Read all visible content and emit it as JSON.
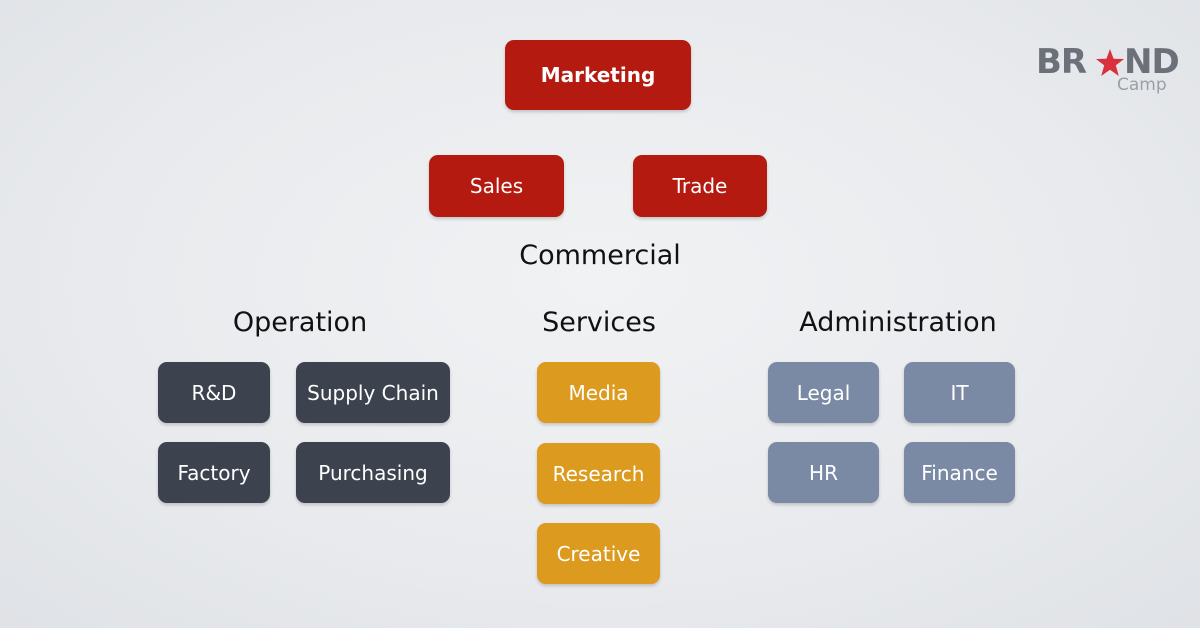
{
  "top": {
    "marketing": "Marketing",
    "sales": "Sales",
    "trade": "Trade",
    "commercial": "Commercial"
  },
  "groups": {
    "operation": {
      "title": "Operation",
      "items": [
        "R&D",
        "Supply Chain",
        "Factory",
        "Purchasing"
      ]
    },
    "services": {
      "title": "Services",
      "items": [
        "Media",
        "Research",
        "Creative"
      ]
    },
    "administration": {
      "title": "Administration",
      "items": [
        "Legal",
        "IT",
        "HR",
        "Finance"
      ]
    }
  },
  "logo": {
    "left": "BR",
    "right": "ND",
    "sub": "Camp",
    "star_icon": "star-icon"
  },
  "colors": {
    "red": "#b41a10",
    "dark": "#3c434f",
    "gold": "#dc9a1f",
    "slate": "#7a8aa4"
  }
}
